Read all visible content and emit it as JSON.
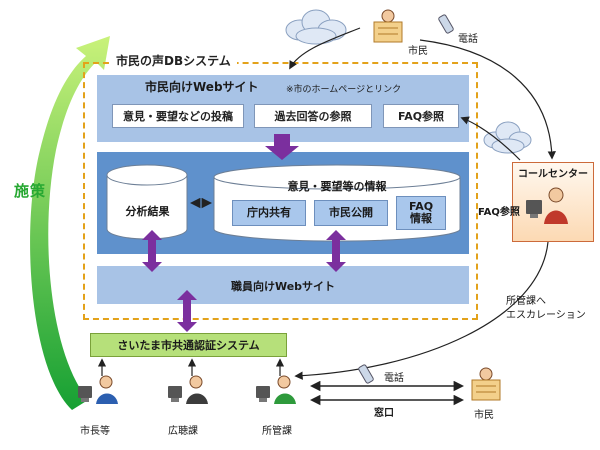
{
  "system_title": "市民の声DBシステム",
  "citizen_site": {
    "title": "市民向けWebサイト",
    "note": "※市のホームページとリンク",
    "buttons": [
      "意見・要望などの投稿",
      "過去回答の参照",
      "FAQ参照"
    ]
  },
  "database": {
    "analysis_label": "分析結果",
    "info_title": "意見・要望等の情報",
    "items": [
      "庁内共有",
      "市民公開"
    ],
    "faq_line1": "FAQ",
    "faq_line2": "情報"
  },
  "staff_site": {
    "title": "職員向けWebサイト"
  },
  "auth_system": {
    "title": "さいたま市共通認証システム"
  },
  "call_center": {
    "title": "コールセンター"
  },
  "faq_side_label": "FAQ参照",
  "escalation_label_line1": "所管課へ",
  "escalation_label_line2": "エスカレーション",
  "policy_label": "施策",
  "top_citizen": {
    "label": "市民",
    "phone_label": "電話"
  },
  "staff": {
    "mayor": "市長等",
    "public_hearing": "広聴課",
    "department": "所管課"
  },
  "bottom_citizen": {
    "label": "市民",
    "phone_label": "電話",
    "counter_label": "窓口"
  },
  "colors": {
    "arrow_purple": "#7b2f9e",
    "frame_orange": "#e3a21a",
    "panel_light_blue": "#a8c3e6",
    "panel_blue": "#5f91cc",
    "auth_green": "#b6e07a",
    "policy_green": "#27a832"
  },
  "icons": [
    "cloud-icon",
    "person-reading-icon",
    "phone-icon",
    "computer-user-icon",
    "operator-icon",
    "database-cylinder-icon"
  ]
}
